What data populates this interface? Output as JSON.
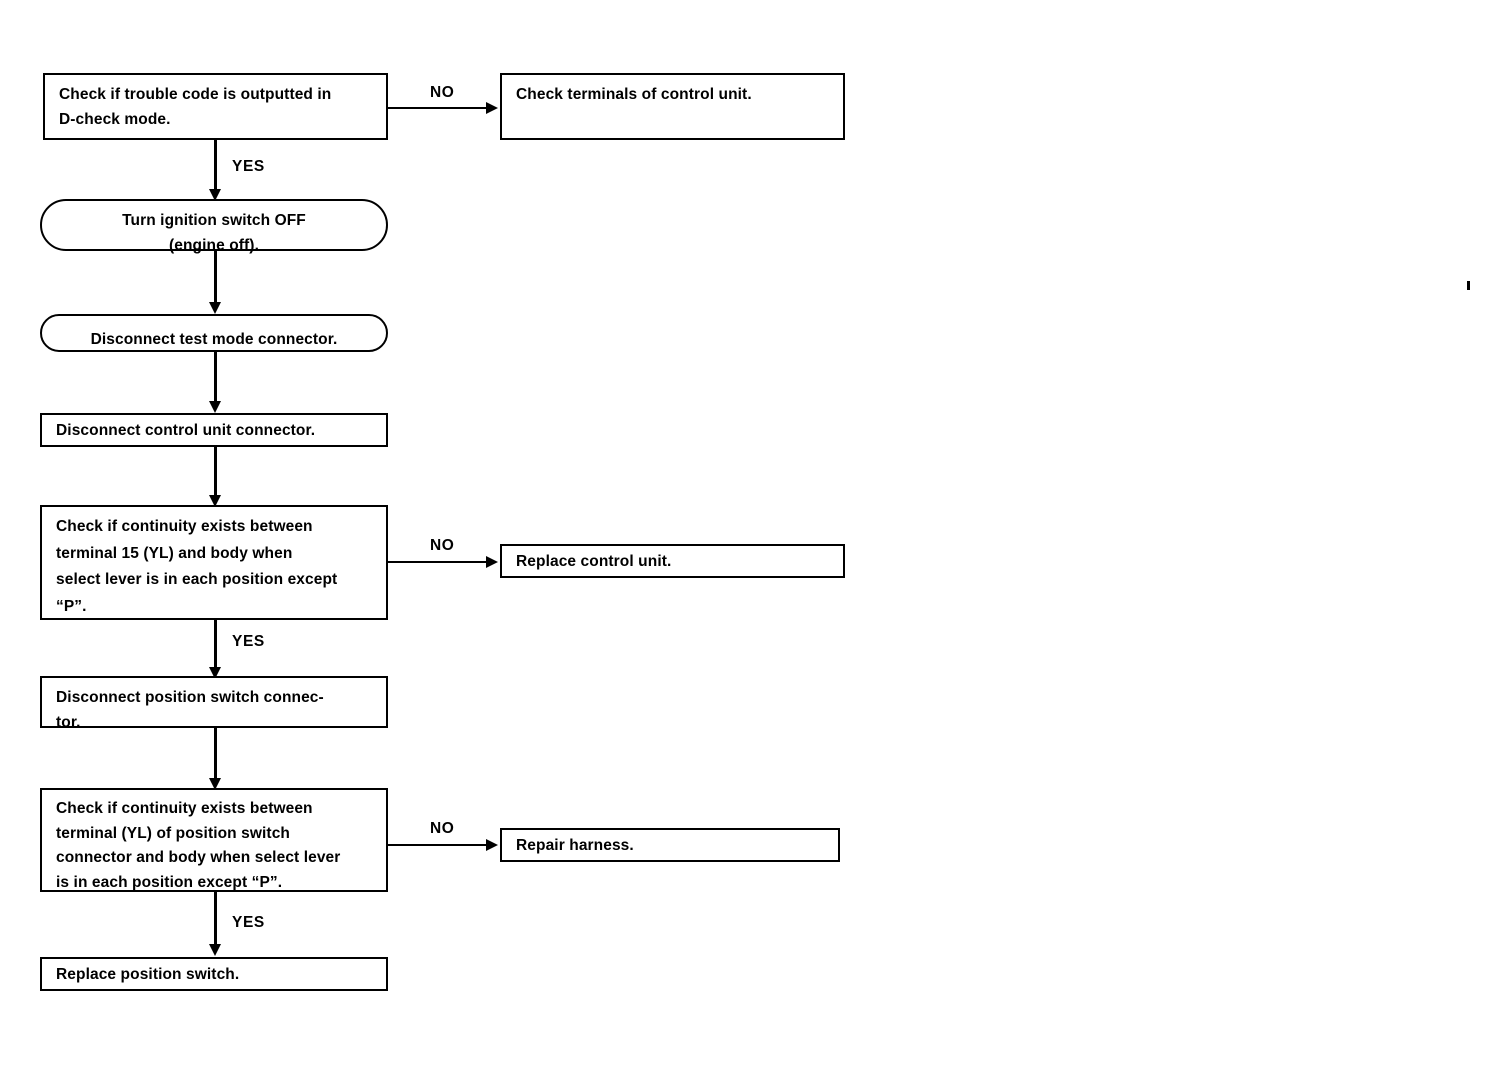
{
  "diagram": {
    "title": "Automatic transmission position switch diagnostic flowchart",
    "type": "flowchart",
    "line_color": "#000000",
    "background_color": "#ffffff",
    "nodes": [
      {
        "id": "n1",
        "shape": "process",
        "text": "Check if trouble code is outputted in\nD-check mode."
      },
      {
        "id": "n1_no",
        "shape": "process",
        "text": "Check terminals of control unit."
      },
      {
        "id": "n2",
        "shape": "terminal",
        "text": "Turn ignition switch OFF\n(engine off)."
      },
      {
        "id": "n3",
        "shape": "terminal",
        "text": "Disconnect test mode connector."
      },
      {
        "id": "n4",
        "shape": "process",
        "text": "Disconnect control unit connector."
      },
      {
        "id": "n5",
        "shape": "process",
        "text": "Check if continuity exists between\nterminal 15 (YL) and body when\nselect lever is in each position except\n“P”."
      },
      {
        "id": "n5_no",
        "shape": "process",
        "text": "Replace control unit."
      },
      {
        "id": "n6",
        "shape": "process",
        "text": "Disconnect position switch connec-\ntor."
      },
      {
        "id": "n7",
        "shape": "process",
        "text": "Check if continuity exists between\nterminal (YL) of position switch\nconnector and body when select lever\nis in each position except “P”."
      },
      {
        "id": "n7_no",
        "shape": "process",
        "text": "Repair harness."
      },
      {
        "id": "n8",
        "shape": "process",
        "text": "Replace position switch."
      }
    ],
    "branch_labels": {
      "no_1": "NO",
      "yes_1": "YES",
      "no_2": "NO",
      "yes_2": "YES",
      "no_3": "NO",
      "yes_3": "YES"
    }
  }
}
